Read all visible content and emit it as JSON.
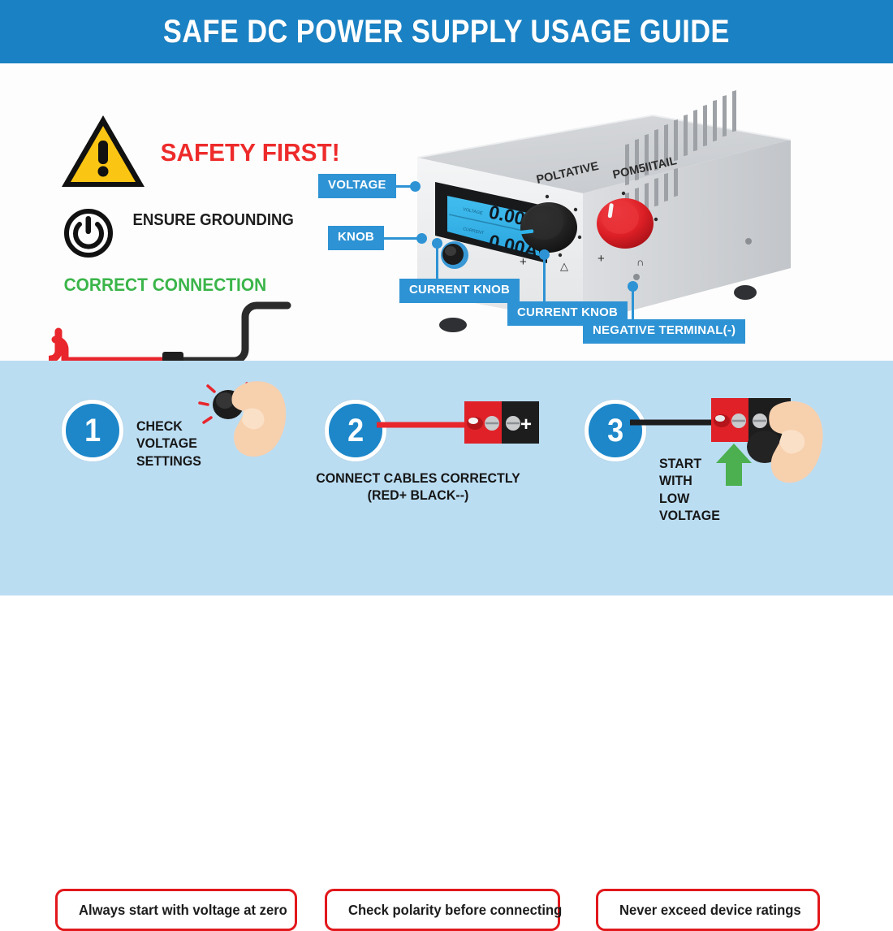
{
  "header": {
    "title": "SAFE DC POWER SUPPLY USAGE GUIDE",
    "bg_color": "#1a82c4",
    "text_color": "#ffffff"
  },
  "safety": {
    "warning_icon": "warning-triangle-icon",
    "safety_first": "SAFETY FIRST!",
    "safety_first_color": "#ee2b2b",
    "ground_icon": "power-button-icon",
    "ground_text": "ENSURE\nGROUNDING",
    "correct_connection": "CORRECT CONNECTION",
    "correct_connection_color": "#3bb54a",
    "cable_red_color": "#e8262c",
    "cable_black_color": "#2b2b2b"
  },
  "device": {
    "body_color": "#e9eaec",
    "display": {
      "bg_color": "#2fb2e8",
      "voltage_value": "0.00V",
      "current_value": "0.00A",
      "voltage_micro_label": "VOLTAGE",
      "current_micro_label": "CURRENT"
    },
    "knobs": [
      {
        "name": "voltage-knob",
        "label": "POLTATIVE",
        "color": "#232323",
        "marks": [
          "+",
          "△"
        ]
      },
      {
        "name": "negative-terminal-knob",
        "label": "POM5IITAIL",
        "color": "#e01f26",
        "marks": [
          "+",
          "∩"
        ]
      }
    ],
    "small_knob_name": "current-knob"
  },
  "callouts": [
    {
      "name": "callout-voltage",
      "label": "VOLTAGE"
    },
    {
      "name": "callout-knob",
      "label": "KNOB"
    },
    {
      "name": "callout-current-knob-left",
      "label": "CURRENT\nKNOB"
    },
    {
      "name": "callout-current-knob-center",
      "label": "CURRENT\nKNOB"
    },
    {
      "name": "callout-negative-terminal",
      "label": "NEGATIVE\nTERMINAL(-)"
    }
  ],
  "steps": [
    {
      "number": "1",
      "label": "CHECK VOLTAGE\nSETTINGS",
      "art": "hand-turning-knob"
    },
    {
      "number": "2",
      "label": "CONNECT CABLES CORRECTLY\n(RED+ BLACK--)",
      "art": "terminal-block-red-cable"
    },
    {
      "number": "3",
      "label": "START WITH\nLOW VOLTAGE",
      "art": "hand-black-cable-green-arrow"
    }
  ],
  "warnings": [
    {
      "name": "warning-voltage-zero",
      "text": "Always start with voltage at zero"
    },
    {
      "name": "warning-check-polarity",
      "text": "Check polarity before connecting"
    },
    {
      "name": "warning-device-ratings",
      "text": "Never exceed device ratings"
    }
  ],
  "colors": {
    "brand_blue": "#1a82c4",
    "callout_blue": "#2e93d4",
    "panel_blue": "#bbddf2",
    "alert_red": "#e2181c",
    "green": "#3bb54a"
  }
}
